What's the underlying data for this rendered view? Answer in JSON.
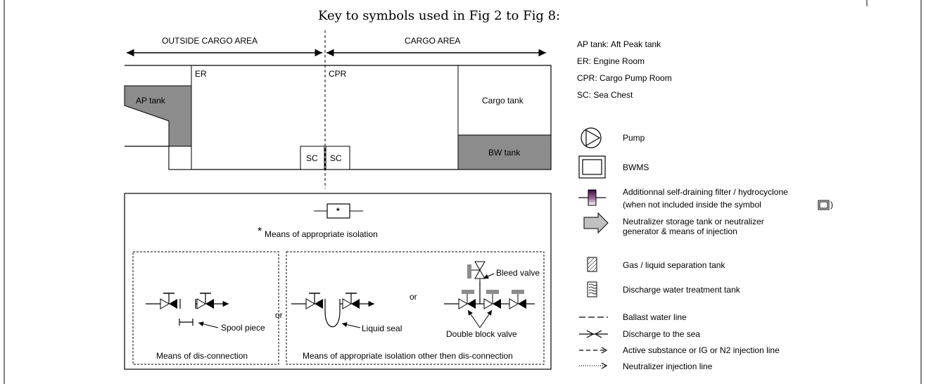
{
  "title": "Key to symbols used in Fig 2 to  Fig 8:",
  "ship": {
    "outside_cargo_area": "OUTSIDE CARGO AREA",
    "cargo_area": "CARGO AREA",
    "er": "ER",
    "cpr": "CPR",
    "ap_tank": "AP tank",
    "cargo_tank": "Cargo tank",
    "bw_tank": "BW tank",
    "sc_left": "SC",
    "sc_right": "SC"
  },
  "isolation": {
    "star": "*",
    "means_note_star": "*",
    "means_note": "Means of appropriate isolation",
    "spool_piece": "Spool piece",
    "or_1": "or",
    "or_2": "or",
    "liquid_seal": "Liquid seal",
    "bleed_valve": "Bleed valve",
    "double_block_valve": "Double block valve",
    "caption_disconnection": "Means of dis-connection",
    "caption_other": "Means of appropriate isolation other then dis-connection"
  },
  "abbreviations": [
    "AP tank: Aft Peak tank",
    "ER: Engine Room",
    "CPR: Cargo Pump Room",
    "SC: Sea Chest"
  ],
  "legend": {
    "pump": "Pump",
    "bwms": "BWMS",
    "filter_line1": "Additionnal self-draining filter / hydrocyclone",
    "filter_line2a": "(when not included inside the symbol",
    "filter_line2b": ")",
    "neutralizer_line1": "Neutralizer storage tank or neutralizer",
    "neutralizer_line2": "generator & means of injection",
    "gas_liquid": "Gas / liquid separation tank",
    "discharge_treatment": "Discharge water treatment tank",
    "ballast_line": "Ballast water line",
    "discharge_sea": "Discharge to the sea",
    "active_substance": "Active substance or IG or N2 injection line",
    "neutralizer_injection": "Neutralizer injection line"
  },
  "colors": {
    "tank_fill": "#8c8c8c",
    "line": "#000000",
    "filter_gradient_start": "#3a0a3a",
    "filter_gradient_end": "#ffffff"
  }
}
